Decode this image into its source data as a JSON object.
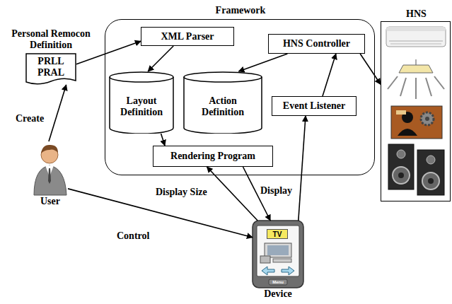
{
  "diagram": {
    "nodes": [
      {
        "text": [
          "Framework"
        ]
      },
      {
        "text": [
          "XML Parser"
        ],
        "in": 0
      },
      {
        "text": [
          "HNS Controller"
        ],
        "in": 0
      },
      {
        "text": [
          "Layout Definition"
        ],
        "in": 0
      },
      {
        "text": [
          "Action Definition"
        ],
        "in": 0
      },
      {
        "text": [
          "Event Listener"
        ],
        "in": 0
      },
      {
        "text": [
          "Rendering Program"
        ],
        "in": 0
      },
      {
        "text": [
          "Personal Remocon Definition",
          "PRLL PRAL"
        ]
      },
      {
        "text": [
          "HNS"
        ]
      },
      {
        "text": [
          "User"
        ]
      },
      {
        "text": [
          "Device"
        ]
      }
    ],
    "edges": [
      {
        "from": 9,
        "to": 7,
        "label": "Create",
        "arrow": "to"
      },
      {
        "from": 7,
        "to": 1,
        "arrow": "to"
      },
      {
        "from": 1,
        "to": 3,
        "arrow": "to"
      },
      {
        "from": 2,
        "to": 4,
        "arrow": "to"
      },
      {
        "from": 3,
        "to": 6,
        "arrow": "to"
      },
      {
        "from": 10,
        "to": 6,
        "label": "Display Size",
        "arrow": "to"
      },
      {
        "from": 6,
        "to": 10,
        "label": "Display",
        "arrow": "to"
      },
      {
        "from": 10,
        "to": 5,
        "arrow": "to"
      },
      {
        "from": 5,
        "to": 2,
        "arrow": "to"
      },
      {
        "from": 2,
        "to": 8,
        "arrow": "to"
      },
      {
        "from": 9,
        "to": 10,
        "label": "Control",
        "arrow": "to"
      }
    ],
    "labels": [
      "TV",
      "Menu"
    ]
  }
}
